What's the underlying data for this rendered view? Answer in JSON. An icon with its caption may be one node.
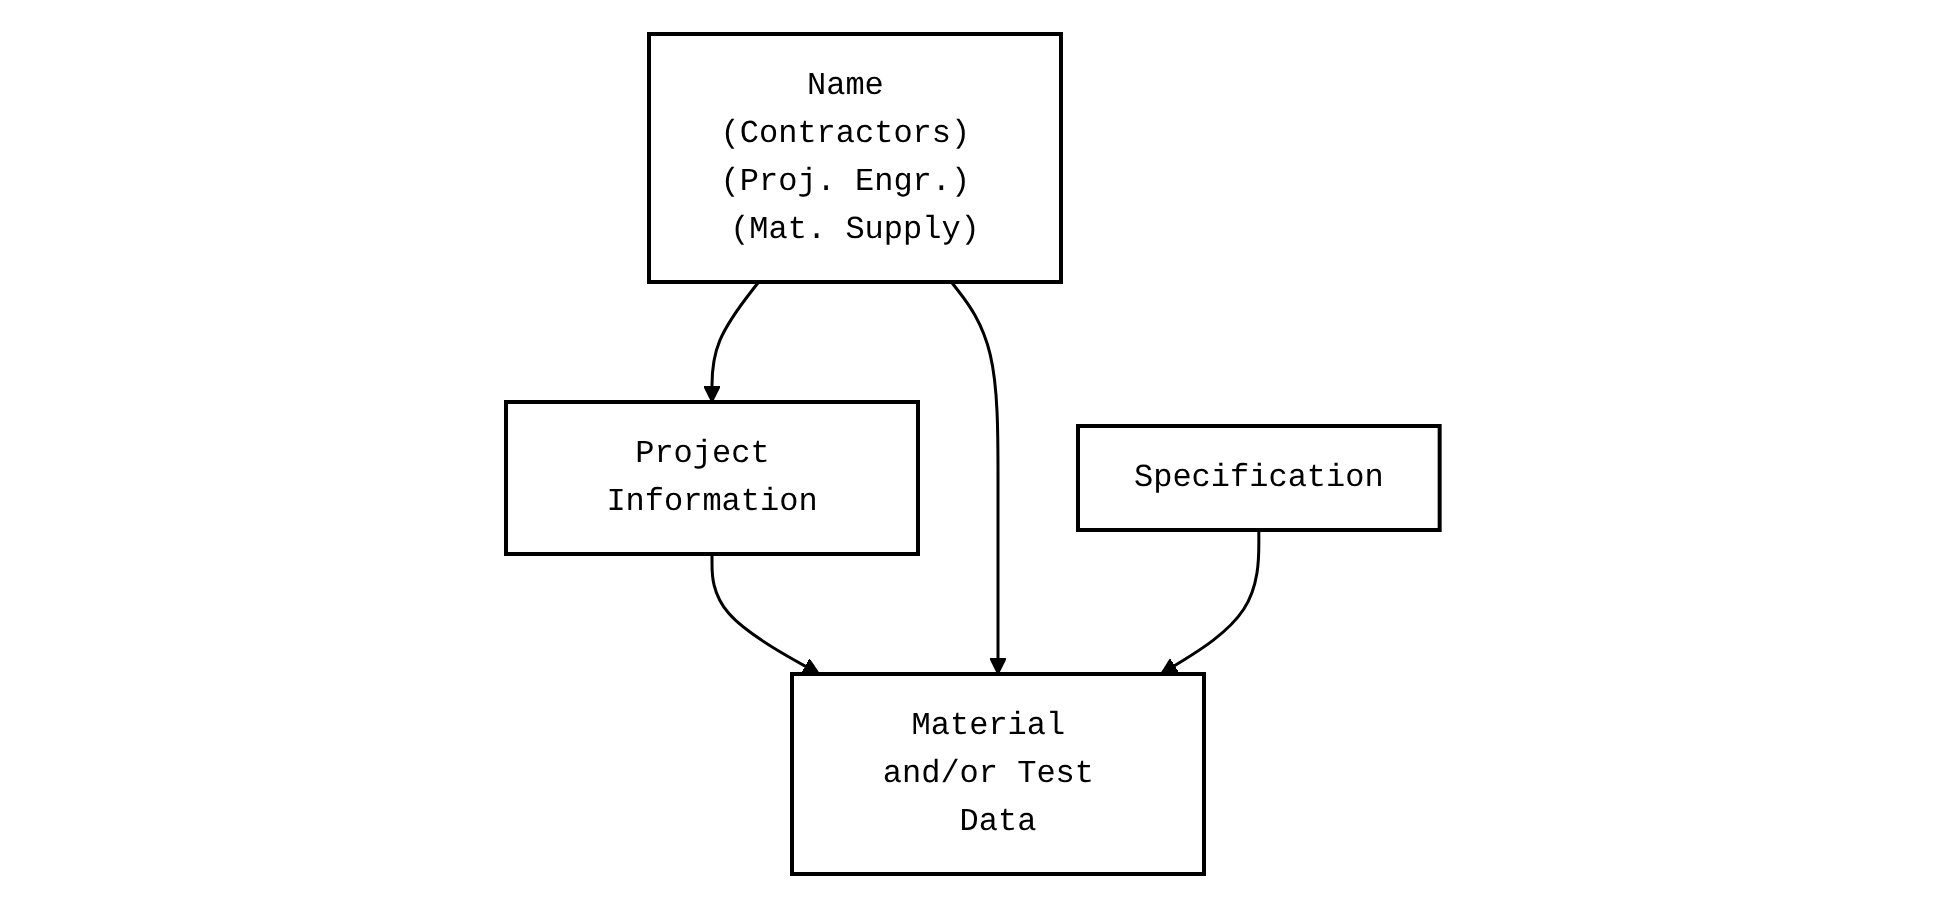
{
  "diagram": {
    "nodes": [
      {
        "text": [
          "Project Information"
        ]
      },
      {
        "text": [
          "Name (Contractors) (Proj. Engr.) (Mat. Supply)"
        ]
      },
      {
        "text": [
          "Specification"
        ]
      },
      {
        "text": [
          "Material and/or Test Data"
        ]
      }
    ],
    "edges": [
      {
        "from": 1,
        "to": 0,
        "arrow": "to"
      },
      {
        "from": 0,
        "to": 3,
        "arrow": "to"
      },
      {
        "from": 1,
        "to": 3,
        "arrow": "to"
      },
      {
        "from": 2,
        "to": 3,
        "arrow": "to"
      }
    ]
  }
}
